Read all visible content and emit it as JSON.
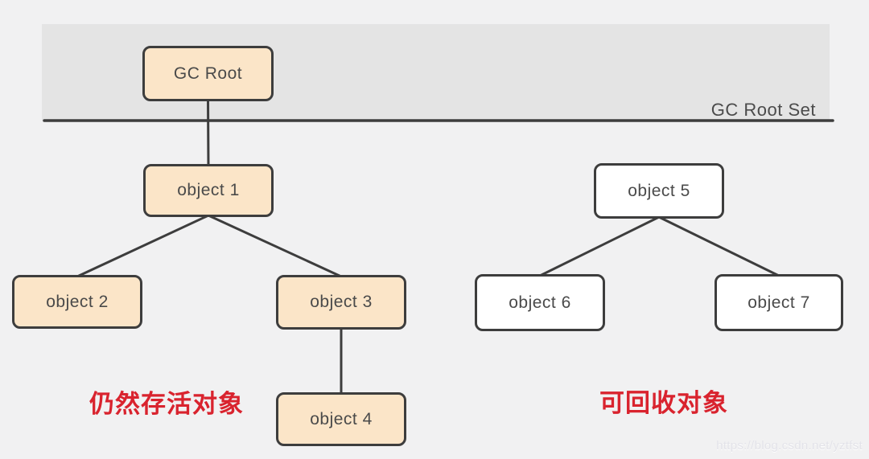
{
  "diagram": {
    "band_label": "GC Root Set",
    "nodes": [
      {
        "id": "gc-root",
        "label": "GC Root",
        "kind": "alive"
      },
      {
        "id": "object1",
        "label": "object 1",
        "kind": "alive"
      },
      {
        "id": "object2",
        "label": "object 2",
        "kind": "alive"
      },
      {
        "id": "object3",
        "label": "object 3",
        "kind": "alive"
      },
      {
        "id": "object4",
        "label": "object 4",
        "kind": "alive"
      },
      {
        "id": "object5",
        "label": "object 5",
        "kind": "collectable"
      },
      {
        "id": "object6",
        "label": "object 6",
        "kind": "collectable"
      },
      {
        "id": "object7",
        "label": "object 7",
        "kind": "collectable"
      }
    ],
    "edges": [
      [
        "gc-root",
        "object1"
      ],
      [
        "object1",
        "object2"
      ],
      [
        "object1",
        "object3"
      ],
      [
        "object3",
        "object4"
      ],
      [
        "object5",
        "object6"
      ],
      [
        "object5",
        "object7"
      ]
    ],
    "annotations": {
      "alive_label": "仍然存活对象",
      "collectable_label": "可回收对象"
    },
    "watermark": "https://blog.csdn.net/yztfst",
    "colors": {
      "background": "#f1f1f2",
      "band": "#e4e4e4",
      "border": "#3d3d3d",
      "line": "#3d3d3d",
      "alive_fill": "#fbe5c8",
      "collectable_fill": "#ffffff",
      "annotation_red": "#d9232e"
    }
  }
}
